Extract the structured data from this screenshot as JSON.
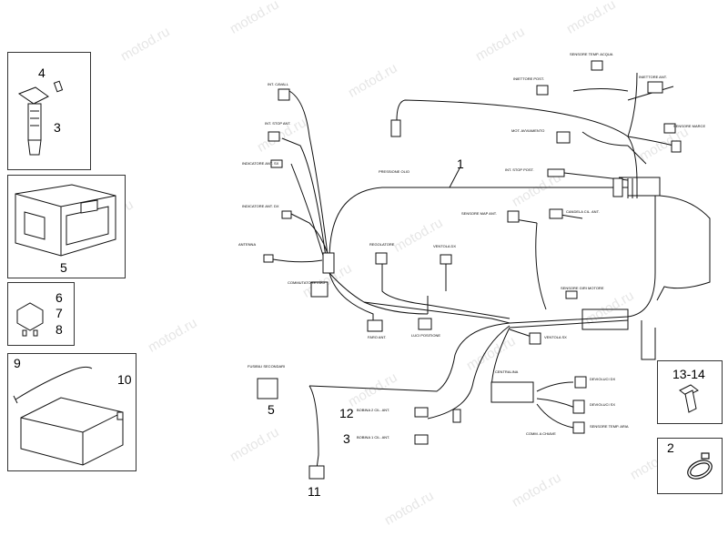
{
  "watermark": "motod.ru",
  "parts": {
    "p1": "1",
    "p2": "2",
    "p3_box": "3",
    "p3_main": "3",
    "p4": "4",
    "p5_box": "5",
    "p5_main": "5",
    "p6": "6",
    "p7": "7",
    "p8": "8",
    "p9": "9",
    "p10": "10",
    "p11": "11",
    "p12": "12",
    "p1314": "13-14"
  },
  "connector_labels": {
    "c1": "INT. CAVALL",
    "c2": "INT. STOP ANT.",
    "c3": "INDICATORE ANT. SX",
    "c4": "INDICATORE ANT. DX",
    "c5": "ANTENNA",
    "c6": "COMMUTATORE LUCI",
    "c7": "PRESSIONE OLIO",
    "c8": "INIETTORE POST.",
    "c9": "SENSORE TEMP. ACQUA",
    "c10": "INIETTORE ANT.",
    "c11": "SENSORE MARCE",
    "c12": "MOT. AVVIAMENTO",
    "c13": "INT. STOP POST.",
    "c14": "SENSORE GIRI MOTORE",
    "c15": "REGOLATORE",
    "c16": "VENTOLA DX",
    "c17": "SENSORE MAP ANT.",
    "c18": "CANDELA CIL. ANT.",
    "c19": "FARO ANT.",
    "c20": "LUCI POSITIONE",
    "c21": "VENTOLA SX",
    "c22": "FUSIBILI SECONDARI",
    "c23": "CENTRALINA",
    "c24": "BOBINA 2 CIL. ANT.",
    "c25": "BOBINA 1 CIL. ANT.",
    "c26": "DEVIOLUCI DX",
    "c27": "DEVIOLUCI SX",
    "c28": "COMM. A CHIAVE",
    "c29": "SENSORE TEMP. ARIA"
  }
}
